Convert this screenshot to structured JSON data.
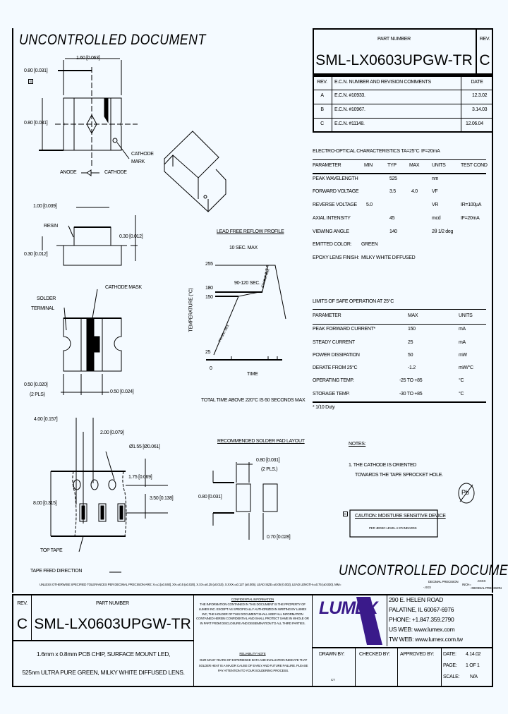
{
  "watermark": "UNCONTROLLED DOCUMENT",
  "header": {
    "part_number_label": "PART NUMBER",
    "part_number": "SML-LX0603UPGW-TR",
    "rev_label": "REV.",
    "rev": "C"
  },
  "revisions": {
    "headers": [
      "REV.",
      "E.C.N. NUMBER AND REVISION COMMENTS",
      "DATE"
    ],
    "rows": [
      [
        "A",
        "E.C.N. #10933.",
        "12.3.02"
      ],
      [
        "B",
        "E.C.N. #10967.",
        "3.14.03"
      ],
      [
        "C",
        "E.C.N. #11148.",
        "12.06.04"
      ]
    ]
  },
  "electro_optical": {
    "title": "ELECTRO-OPTICAL CHARACTERISTICS TA=25°C",
    "condition": "IF=20mA",
    "headers": [
      "PARAMETER",
      "MIN",
      "TYP",
      "MAX",
      "UNITS",
      "TEST COND"
    ],
    "rows": [
      [
        "PEAK WAVELENGTH",
        "",
        "525",
        "",
        "nm",
        ""
      ],
      [
        "FORWARD VOLTAGE",
        "",
        "3.5",
        "4.0",
        "VF",
        ""
      ],
      [
        "REVERSE VOLTAGE",
        "5.0",
        "",
        "",
        "VR",
        "IR=100µA"
      ],
      [
        "AXIAL INTENSITY",
        "",
        "45",
        "",
        "mcd",
        "IF=20mA"
      ],
      [
        "VIEWING ANGLE",
        "",
        "140",
        "",
        "2θ 1/2 deg",
        ""
      ]
    ],
    "emitted_color_label": "EMITTED COLOR:",
    "emitted_color": "GREEN",
    "lens_label": "EPOXY LENS FINISH:",
    "lens": "MILKY WHITE DIFFUSED"
  },
  "safe_operation": {
    "title": "LIMITS OF SAFE OPERATION AT 25°C",
    "headers": [
      "PARAMETER",
      "MAX",
      "UNITS"
    ],
    "rows": [
      [
        "PEAK FORWARD CURRENT*",
        "150",
        "mA"
      ],
      [
        "STEADY CURRENT",
        "25",
        "mA"
      ],
      [
        "POWER DISSIPATION",
        "50",
        "mW"
      ],
      [
        "DERATE FROM 25°C",
        "-1.2",
        "mW/°C"
      ],
      [
        "OPERATING TEMP.",
        "-25 TO +85",
        "°C"
      ],
      [
        "STORAGE TEMP.",
        "-30 TO +85",
        "°C"
      ]
    ],
    "footnote": "* 1/10 Duty"
  },
  "drawing": {
    "dim_width": "1.60 [0.063]",
    "dim_half": "0.80 [0.031]",
    "dim_height": "0.80 [0.031]",
    "cathode_mark": [
      "CATHODE",
      "MARK"
    ],
    "anode": "ANODE",
    "cathode": "CATHODE",
    "dim_resin_w": "1.00 [0.039]",
    "resin": "RESIN",
    "dim_resin_h": "0.30 [0.012]",
    "dim_base_h": "0.30 [0.012]",
    "solder_terminal": [
      "SOLDER",
      "TERMINAL"
    ],
    "cathode_mask": "CATHODE MASK",
    "dim_term": [
      "0.50 [0.020]",
      "(2 PLS)"
    ],
    "dim_mid": "0.50 [0.024]",
    "note_mark_b": "B",
    "note_mark_c": "C"
  },
  "reflow": {
    "title": "LEAD FREE REFLOW PROFILE",
    "peak_note": "10 SEC. MAX",
    "ylabel": "TEMPERATURE (°C)",
    "xlabel": "TIME",
    "y_ticks": [
      "255",
      "180",
      "150",
      "25"
    ],
    "x_tick": "0",
    "soak": "90-120 SEC.",
    "ramp_up": "2°C/SEC. MAX",
    "ramp_peak": "4°C/SEC. MAX",
    "footer": "TOTAL TIME ABOVE 220°C IS 60 SECONDS MAX"
  },
  "tape": {
    "pitch": "4.00 [0.157]",
    "half_pitch": "2.00 [0.079]",
    "hole": "Ø1.55 [Ø0.061]",
    "edge": "1.75 [0.069]",
    "center": "3.50 [0.138]",
    "width": "8.00 [0.315]",
    "top_tape": "TOP TAPE",
    "feed": "TAPE FEED DIRECTION"
  },
  "pad_layout": {
    "title": "RECOMMENDED SOLDER PAD LAYOUT",
    "pad_w": [
      "0.80 [0.031]",
      "(2 PLS.)"
    ],
    "pad_h": "0.80 [0.031]",
    "gap": "0.70 [0.028]"
  },
  "notes": {
    "title": "NOTES:",
    "lines": [
      "1. THE CATHODE IS ORIENTED",
      "TOWARDS THE TAPE SPROCKET HOLE."
    ],
    "caution": "CAUTION: MOISTURE SENSITIVE DEVICE",
    "caution_sub": "PER JEDEC LEVEL 4 STANDARDS",
    "pb_free": "Pb"
  },
  "tolerance_note": "UNLESS OTHERWISE SPECIFIED TOLERANCES PER DECIMAL PRECISION ARE: X=±1 [±0.040], XX=±0.5 (±0.020), X.XX=±0.25 (±0.010), X.XXX=±0.127 (±0.005). LEAD SIZE=±0.05 (0.002), LEAD LENGTH=±0.75 (±0.030). MM=",
  "tolerance_units": [
    "DECIMAL PRECISION",
    "-.XXX",
    "INCH=",
    ".XXXX",
    "- DECIMAL PRECISION"
  ],
  "title_block": {
    "rev_label": "REV.",
    "rev": "C",
    "part_number_label": "PART NUMBER",
    "part_number": "SML-LX0603UPGW-TR",
    "description": [
      "1.6mm x 0.8mm PCB CHIP, SURFACE MOUNT LED,",
      "525nm ULTRA PURE GREEN, MILKY WHITE DIFFUSED LENS."
    ],
    "confidential_title": "CONFIDENTIAL INFORMATION",
    "confidential_text": "THE INFORMATION CONTAINED IN THIS DOCUMENT IS THE PROPERTY OF LUMEX INC. EXCEPT AS SPECIFICALLY AUTHORIZED IN WRITING BY LUMEX INC, THE HOLDER OF THIS DOCUMENT SHALL KEEP ALL INFORMATION CONTAINED HEREIN CONFIDENTIAL AND SHALL PROTECT SAME IN WHOLE OR IN PART FROM DISCLOSURE AND DISSEMINATION TO ALL THIRD PARTIES.",
    "reliability_title": "RELIABILITY NOTE",
    "reliability_text": "OUR MANY YEARS OF EXPERIENCE DATA AND EVALUATION INDICATE THAT SOLDER HEAT IS A MAJOR CAUSE OF EARLY AND FUTURE FAILURE. PLEASE PAY ATTENTION TO YOUR SOLDERING PROCESS.",
    "logo": "LUMEX",
    "logo_color": "#3a1a8a",
    "address": [
      "290 E. HELEN ROAD",
      "PALATINE, IL 60067-6976",
      "PHONE: +1.847.359.2790",
      "US WEB: www.lumex.com",
      "TW WEB: www.lumex.com.tw"
    ],
    "drawn_by_label": "DRAWN BY:",
    "drawn_by": "CT",
    "checked_by_label": "CHECKED BY:",
    "approved_by_label": "APPROVED BY:",
    "date_label": "DATE:",
    "date": "4.14.02",
    "page_label": "PAGE:",
    "page": "1 OF 1",
    "scale_label": "SCALE:",
    "scale": "N/A"
  }
}
